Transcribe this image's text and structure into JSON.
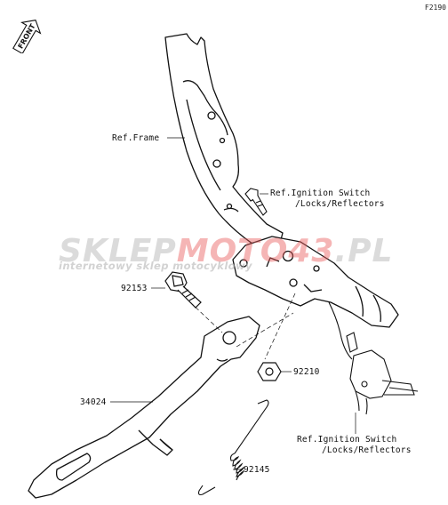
{
  "diagram_code": "F2190",
  "front_badge": "FRONT",
  "watermark": {
    "brand_part1": "SKLEP",
    "brand_part2": "MOTO",
    "brand_part3": "43",
    "brand_part4": ".PL",
    "tagline": "internetowy sklep motocyklowy"
  },
  "callouts": {
    "frame": "Ref.Frame",
    "ignition_top_line1": "Ref.Ignition Switch",
    "ignition_top_line2": "/Locks/Reflectors",
    "part_92153": "92153",
    "part_92210": "92210",
    "part_34024": "34024",
    "ignition_bottom_line1": "Ref.Ignition Switch",
    "ignition_bottom_line2": "/Locks/Reflectors",
    "part_92145": "92145"
  }
}
